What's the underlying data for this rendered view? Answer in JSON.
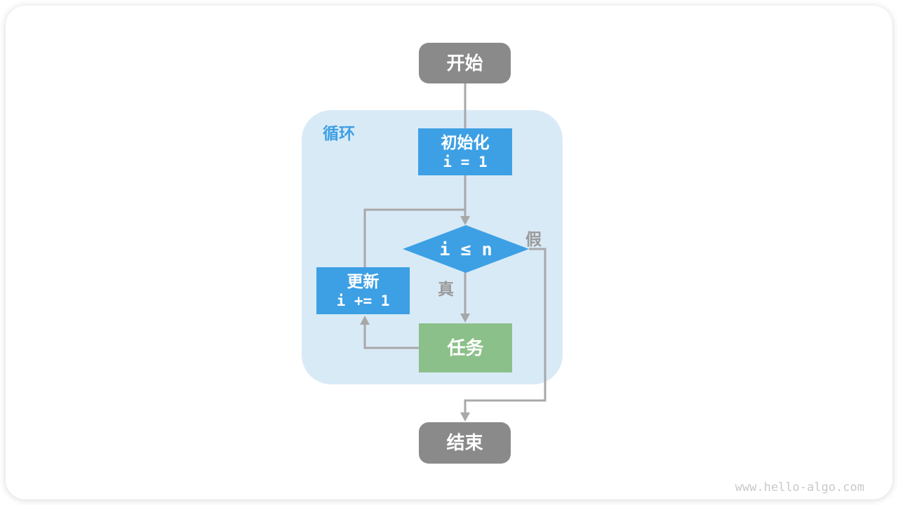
{
  "page": {
    "watermark": "www.hello-algo.com"
  },
  "colors": {
    "node-blue": "#3DA0E4",
    "node-green": "#8CC08A",
    "node-gray": "#8A8A8A",
    "region-blue": "#D9EAF7",
    "line-gray": "#A8A8A8",
    "label-gray": "#9A9A9A",
    "watermark-gray": "#C9C9C9"
  },
  "flowchart": {
    "start": {
      "label": "开始"
    },
    "loop_region": {
      "label": "循环"
    },
    "init": {
      "title": "初始化",
      "code": "i = 1"
    },
    "condition": {
      "code": "i ≤ n"
    },
    "branch_true": {
      "label": "真"
    },
    "branch_false": {
      "label": "假"
    },
    "update": {
      "title": "更新",
      "code": "i += 1"
    },
    "task": {
      "label": "任务"
    },
    "end": {
      "label": "结束"
    }
  }
}
